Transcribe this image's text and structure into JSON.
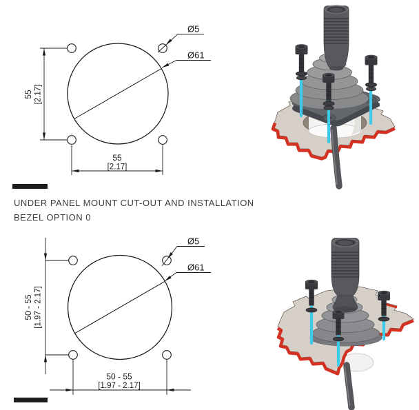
{
  "captions": {
    "line1": "UNDER PANEL MOUNT CUT-OUT AND INSTALLATION",
    "line2": "BEZEL OPTION 0"
  },
  "top_drawing": {
    "hole_dia": "Ø5",
    "cutout_dia": "Ø61",
    "vdim_mm": "55",
    "vdim_in": "[2.17]",
    "hdim_mm": "55",
    "hdim_in": "[2.17]"
  },
  "bottom_drawing": {
    "hole_dia": "Ø5",
    "cutout_dia": "Ø61",
    "vdim_mm": "50 - 55",
    "vdim_in": "[1.97 - 2.17]",
    "hdim_mm": "50 - 55",
    "hdim_in": "[1.97 - 2.17]"
  },
  "colors": {
    "line_black": "#1a1a1a",
    "text_gray": "#3d3d3d",
    "panel_tan": "#d6cfc7",
    "cut_edge_red": "#d33122",
    "accent_cyan": "#3ec9e9"
  }
}
